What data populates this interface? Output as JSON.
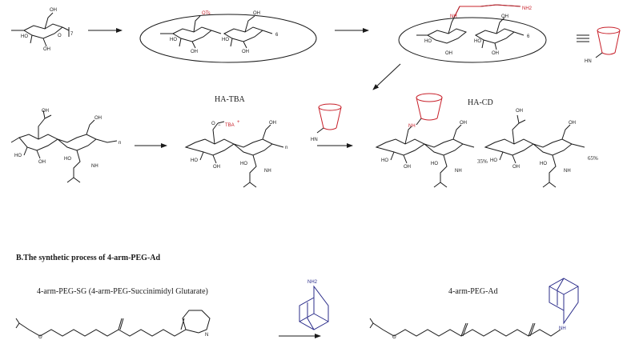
{
  "labels": {
    "ha_tba": "HA-TBA",
    "ha_cd": "HA-CD",
    "section_b": "B.The synthetic process of 4-arm-PEG-Ad",
    "peg_sg": "4-arm-PEG-SG (4-arm-PEG-Succinimidyl Glutarate)",
    "peg_ad": "4-arm-PEG-Ad",
    "pct_35": "35%",
    "pct_65": "65%"
  },
  "atoms": {
    "oh": "OH",
    "ho": "HO",
    "o": "O",
    "nh": "NH",
    "hn": "HN",
    "nh2": "NH2",
    "ots": "OTs",
    "tba": "TBA",
    "plus": "+",
    "minus": "−",
    "n": "N",
    "o_minus": "O",
    "subscript_n": "n",
    "subscript_7": "7",
    "subscript_6": "6"
  },
  "colors": {
    "ink": "#1a1a1a",
    "accent_red": "#c8202a",
    "accent_blue": "#2b2d8a"
  }
}
